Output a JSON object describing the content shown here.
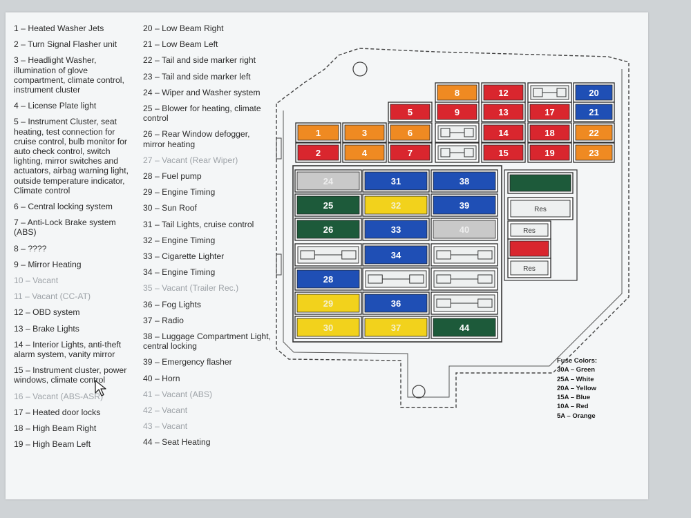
{
  "fuse_list_left": [
    {
      "text": "1 – Heated Washer Jets",
      "vacant": false
    },
    {
      "text": "2 – Turn Signal Flasher unit",
      "vacant": false
    },
    {
      "text": "3 – Headlight Washer, illumination of glove compartment, climate control, instrument cluster",
      "vacant": false
    },
    {
      "text": "4 – License Plate light",
      "vacant": false
    },
    {
      "text": "5 – Instrument Cluster, seat heating, test connection for cruise control, bulb monitor for auto check control, switch lighting, mirror switches and actuators, airbag warning light, outside temperature indicator, Climate control",
      "vacant": false
    },
    {
      "text": "6 – Central locking system",
      "vacant": false
    },
    {
      "text": "7 – Anti-Lock Brake system (ABS)",
      "vacant": false
    },
    {
      "text": "8 – ????",
      "vacant": false
    },
    {
      "text": "9 – Mirror Heating",
      "vacant": false
    },
    {
      "text": "10 – Vacant",
      "vacant": true
    },
    {
      "text": "11 – Vacant (CC-AT)",
      "vacant": true
    },
    {
      "text": "12 – OBD system",
      "vacant": false
    },
    {
      "text": "13 – Brake Lights",
      "vacant": false
    },
    {
      "text": "14 – Interior Lights, anti-theft alarm system, vanity mirror",
      "vacant": false
    },
    {
      "text": "15 – Instrument cluster, power windows, climate control",
      "vacant": false
    },
    {
      "text": "16 – Vacant (ABS-ASR)",
      "vacant": true
    },
    {
      "text": "17 – Heated door locks",
      "vacant": false
    },
    {
      "text": "18 – High Beam Right",
      "vacant": false
    },
    {
      "text": "19 – High Beam Left",
      "vacant": false
    }
  ],
  "fuse_list_right": [
    {
      "text": "20 – Low Beam Right",
      "vacant": false
    },
    {
      "text": "21 – Low Beam Left",
      "vacant": false
    },
    {
      "text": "22 – Tail and side marker right",
      "vacant": false
    },
    {
      "text": "23 – Tail and side marker left",
      "vacant": false
    },
    {
      "text": "24 – Wiper and Washer system",
      "vacant": false
    },
    {
      "text": "25 – Blower for heating, climate control",
      "vacant": false
    },
    {
      "text": "26 – Rear Window defogger, mirror heating",
      "vacant": false
    },
    {
      "text": "27 – Vacant (Rear Wiper)",
      "vacant": true
    },
    {
      "text": "28 – Fuel pump",
      "vacant": false
    },
    {
      "text": "29 – Engine Timing",
      "vacant": false
    },
    {
      "text": "30 – Sun Roof",
      "vacant": false
    },
    {
      "text": "31 – Tail Lights, cruise control",
      "vacant": false
    },
    {
      "text": "32 – Engine Timing",
      "vacant": false
    },
    {
      "text": "33 – Cigarette Lighter",
      "vacant": false
    },
    {
      "text": "34 – Engine Timing",
      "vacant": false
    },
    {
      "text": "35 – Vacant (Trailer Rec.)",
      "vacant": true
    },
    {
      "text": "36 – Fog Lights",
      "vacant": false
    },
    {
      "text": "37 – Radio",
      "vacant": false
    },
    {
      "text": "38 – Luggage Compartment Light, central locking",
      "vacant": false
    },
    {
      "text": "39 – Emergency flasher",
      "vacant": false
    },
    {
      "text": "40 – Horn",
      "vacant": false
    },
    {
      "text": "41 – Vacant (ABS)",
      "vacant": true
    },
    {
      "text": "42 – Vacant",
      "vacant": true
    },
    {
      "text": "43 – Vacant",
      "vacant": true
    },
    {
      "text": "44 – Seat Heating",
      "vacant": false
    }
  ],
  "legend": {
    "title": "Fuse Colors:",
    "items": [
      "30A – Green",
      "25A – White",
      "20A – Yellow",
      "15A – Blue",
      "10A – Red",
      "5A – Orange"
    ]
  },
  "colors": {
    "green": "#1d5a3a",
    "white": "#c9c9c9",
    "yellow": "#f2d21c",
    "blue": "#1f4fb5",
    "red": "#d9262e",
    "orange": "#ef8a22",
    "empty": "#eef0f0",
    "outline": "#2a2a2a"
  },
  "fuses": [
    {
      "label": "8",
      "color": "orange",
      "slot": "t8"
    },
    {
      "label": "12",
      "color": "red",
      "slot": "t12"
    },
    {
      "label": "20",
      "color": "blue",
      "slot": "t20"
    },
    {
      "label": "5",
      "color": "red",
      "slot": "t5"
    },
    {
      "label": "9",
      "color": "red",
      "slot": "t9"
    },
    {
      "label": "13",
      "color": "red",
      "slot": "t13"
    },
    {
      "label": "17",
      "color": "red",
      "slot": "t17"
    },
    {
      "label": "21",
      "color": "blue",
      "slot": "t21"
    },
    {
      "label": "1",
      "color": "orange",
      "slot": "t1"
    },
    {
      "label": "3",
      "color": "orange",
      "slot": "t3"
    },
    {
      "label": "6",
      "color": "orange",
      "slot": "t6"
    },
    {
      "label": "14",
      "color": "red",
      "slot": "t14"
    },
    {
      "label": "18",
      "color": "red",
      "slot": "t18"
    },
    {
      "label": "22",
      "color": "orange",
      "slot": "t22"
    },
    {
      "label": "2",
      "color": "red",
      "slot": "t2"
    },
    {
      "label": "4",
      "color": "orange",
      "slot": "t4"
    },
    {
      "label": "7",
      "color": "red",
      "slot": "t7"
    },
    {
      "label": "15",
      "color": "red",
      "slot": "t15"
    },
    {
      "label": "19",
      "color": "red",
      "slot": "t19"
    },
    {
      "label": "23",
      "color": "orange",
      "slot": "t23"
    },
    {
      "label": "24",
      "color": "white",
      "slot": "b24"
    },
    {
      "label": "31",
      "color": "blue",
      "slot": "b31"
    },
    {
      "label": "38",
      "color": "blue",
      "slot": "b38"
    },
    {
      "label": "25",
      "color": "green",
      "slot": "b25"
    },
    {
      "label": "32",
      "color": "yellow",
      "slot": "b32"
    },
    {
      "label": "39",
      "color": "blue",
      "slot": "b39"
    },
    {
      "label": "26",
      "color": "green",
      "slot": "b26"
    },
    {
      "label": "33",
      "color": "blue",
      "slot": "b33"
    },
    {
      "label": "40",
      "color": "white",
      "slot": "b40"
    },
    {
      "label": "34",
      "color": "blue",
      "slot": "b34"
    },
    {
      "label": "28",
      "color": "blue",
      "slot": "b28"
    },
    {
      "label": "29",
      "color": "yellow",
      "slot": "b29"
    },
    {
      "label": "36",
      "color": "blue",
      "slot": "b36"
    },
    {
      "label": "30",
      "color": "yellow",
      "slot": "b30"
    },
    {
      "label": "37",
      "color": "yellow",
      "slot": "b37"
    },
    {
      "label": "44",
      "color": "green",
      "slot": "b44"
    },
    {
      "label": "",
      "color": "green",
      "slot": "r1"
    },
    {
      "label": "",
      "color": "red",
      "slot": "r4"
    }
  ],
  "empty_slots": [
    "e10",
    "e11",
    "e16",
    "e27",
    "e35",
    "e41",
    "e42",
    "e43"
  ],
  "relay_slots": [
    {
      "label": "Res",
      "slot": "r2"
    },
    {
      "label": "Res",
      "slot": "r3"
    },
    {
      "label": "Res",
      "slot": "r5"
    }
  ]
}
